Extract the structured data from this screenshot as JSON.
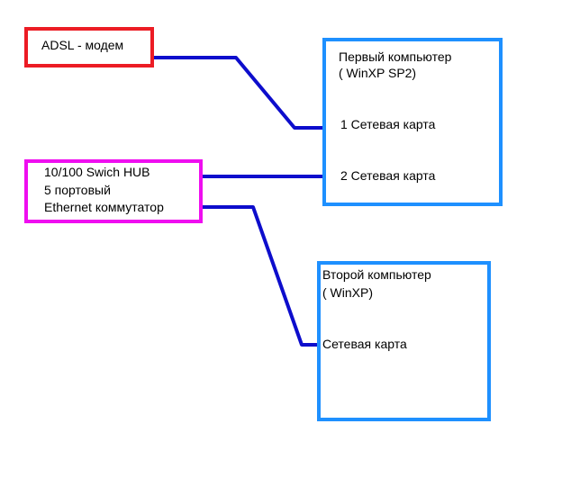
{
  "colors": {
    "modem_border": "#ec1c24",
    "hub_border": "#ef0ef0",
    "computer_border": "#1e90ff",
    "cable": "#0d0dcc"
  },
  "modem": {
    "label": "ADSL - модем"
  },
  "hub": {
    "line1": "10/100 Swich HUB",
    "line2": "5 портовый",
    "line3": "Ethernet коммутатор"
  },
  "computer1": {
    "title": "Первый компьютер",
    "subtitle": "( WinXP SP2)",
    "nic1": "1 Сетевая карта",
    "nic2": "2 Сетевая карта"
  },
  "computer2": {
    "title": "Второй компьютер",
    "subtitle": "( WinXP)",
    "nic": "Сетевая карта"
  }
}
